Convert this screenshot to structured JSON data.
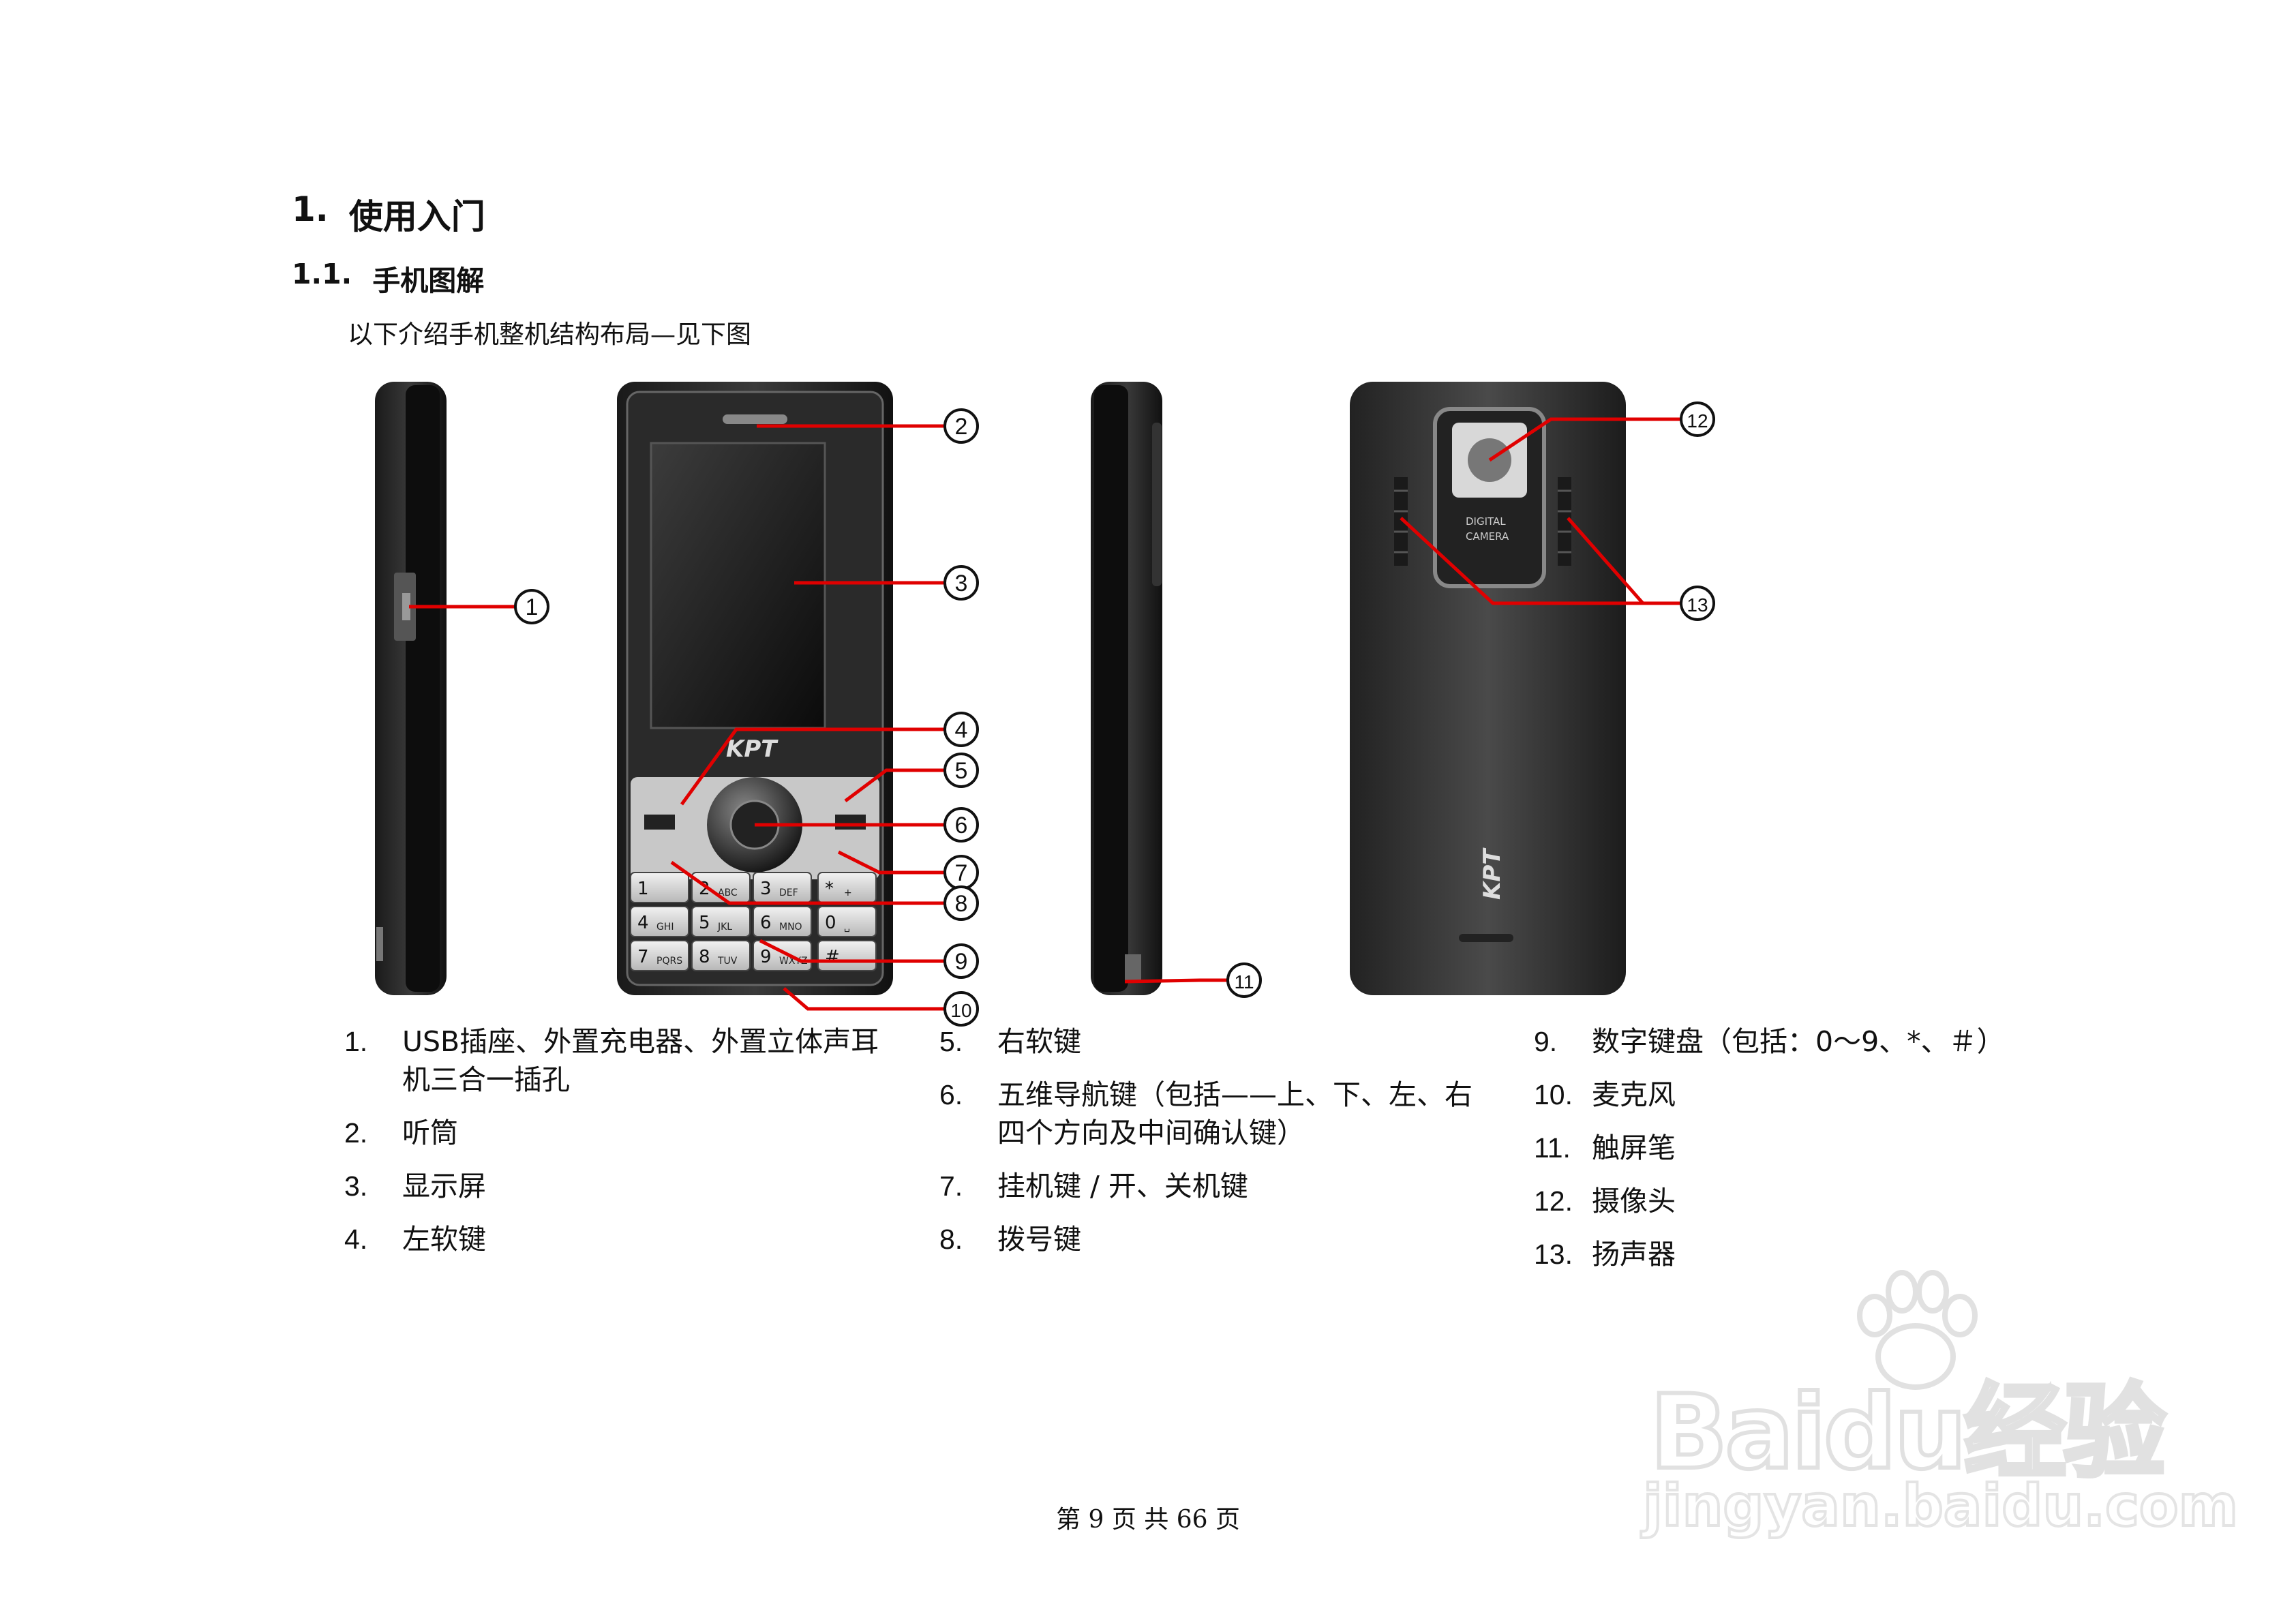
{
  "section": {
    "number": "1.",
    "title": "使用入门"
  },
  "subsection": {
    "number": "1.1.",
    "title": "手机图解"
  },
  "intro": "以下介绍手机整机结构布局—见下图",
  "figure": {
    "brand_front": "KPT",
    "brand_back": "KPT",
    "camera_label_line1": "DIGITAL",
    "camera_label_line2": "CAMERA",
    "callouts": [
      "1",
      "2",
      "3",
      "4",
      "5",
      "6",
      "7",
      "8",
      "9",
      "10",
      "11",
      "12",
      "13"
    ],
    "keys": [
      [
        "1",
        "",
        "2",
        "ABC",
        "3",
        "DEF",
        "*",
        "+"
      ],
      [
        "4",
        "GHI",
        "5",
        "JKL",
        "6",
        "MNO",
        "0",
        "␣"
      ],
      [
        "7",
        "PQRS",
        "8",
        "TUV",
        "9",
        "WXYZ",
        "#",
        ""
      ]
    ]
  },
  "legend": {
    "col1": [
      {
        "num": "1.",
        "text": "USB插座、外置充电器、外置立体声耳机三合一插孔"
      },
      {
        "num": "2.",
        "text": "听筒"
      },
      {
        "num": "3.",
        "text": "显示屏"
      },
      {
        "num": "4.",
        "text": "左软键"
      }
    ],
    "col2": [
      {
        "num": "5.",
        "text": "右软键"
      },
      {
        "num": "6.",
        "text": "五维导航键（包括——上、下、左、右四个方向及中间确认键）"
      },
      {
        "num": "7.",
        "text": "挂机键 / 开、关机键"
      },
      {
        "num": "8.",
        "text": "拨号键"
      }
    ],
    "col3": [
      {
        "num": "9.",
        "text": "数字键盘（包括：0～9、*、＃）"
      },
      {
        "num": "10.",
        "text": "麦克风"
      },
      {
        "num": "11.",
        "text": "触屏笔"
      },
      {
        "num": "12.",
        "text": "摄像头"
      },
      {
        "num": "13.",
        "text": "扬声器"
      }
    ]
  },
  "footer": "第 9 页 共 66 页",
  "watermark": {
    "main": "Baidu经验",
    "sub": "jingyan.baidu.com"
  }
}
